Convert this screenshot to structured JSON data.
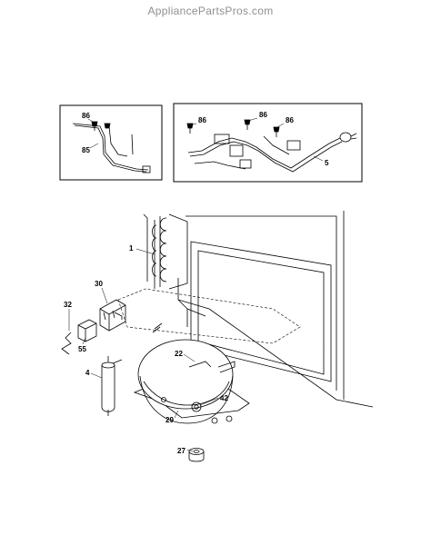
{
  "watermark": "AppliancePartsPros.com",
  "callouts": {
    "c1": "1",
    "c4": "4",
    "c5": "5",
    "c22": "22",
    "c27": "27",
    "c29": "29",
    "c30": "30",
    "c32": "32",
    "c42": "42",
    "c55": "55",
    "c85": "85",
    "c86a": "86",
    "c86b": "86",
    "c86c": "86",
    "c86d": "86"
  }
}
